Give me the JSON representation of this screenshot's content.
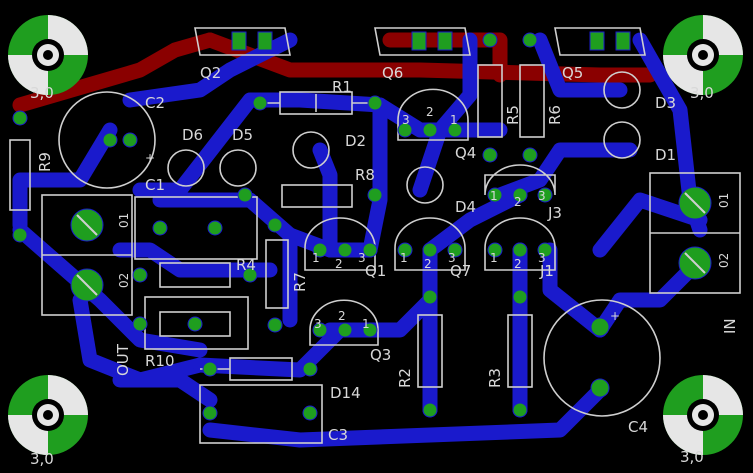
{
  "board": {
    "background": "#000000",
    "colors": {
      "bottom_copper": "#1a1acc",
      "top_copper": "#8a0000",
      "pad": "#1f9e1f",
      "silkscreen": "#cfcfcf",
      "mount_hole": "#e6e6e6"
    },
    "mount_holes": [
      {
        "label": "3,0"
      },
      {
        "label": "3,0"
      },
      {
        "label": "3,0"
      },
      {
        "label": "3,0"
      }
    ],
    "connectors": {
      "out_label": "OUT",
      "in_label": "IN",
      "out_pin1": "01",
      "out_pin2": "02",
      "in_pin1": "01",
      "in_pin2": "02"
    },
    "parts": {
      "Q2": "Q2",
      "Q6": "Q6",
      "Q5": "Q5",
      "R1": "R1",
      "C2": "C2",
      "R9": "R9",
      "D6": "D6",
      "D5": "D5",
      "D2": "D2",
      "D3": "D3",
      "D1": "D1",
      "R5": "R5",
      "R6": "R6",
      "Q4": "Q4",
      "C1": "C1",
      "R8": "R8",
      "D4": "D4",
      "J3": "J3",
      "R4": "R4",
      "R7": "R7",
      "Q1": "Q1",
      "Q7": "Q7",
      "J1": "J1",
      "R10": "R10",
      "Q3": "Q3",
      "D14": "D14",
      "C3": "C3",
      "R2": "R2",
      "R3": "R3",
      "C4": "C4"
    },
    "transistor_pins": {
      "p1": "1",
      "p2": "2",
      "p3": "3"
    },
    "plus": "+"
  }
}
